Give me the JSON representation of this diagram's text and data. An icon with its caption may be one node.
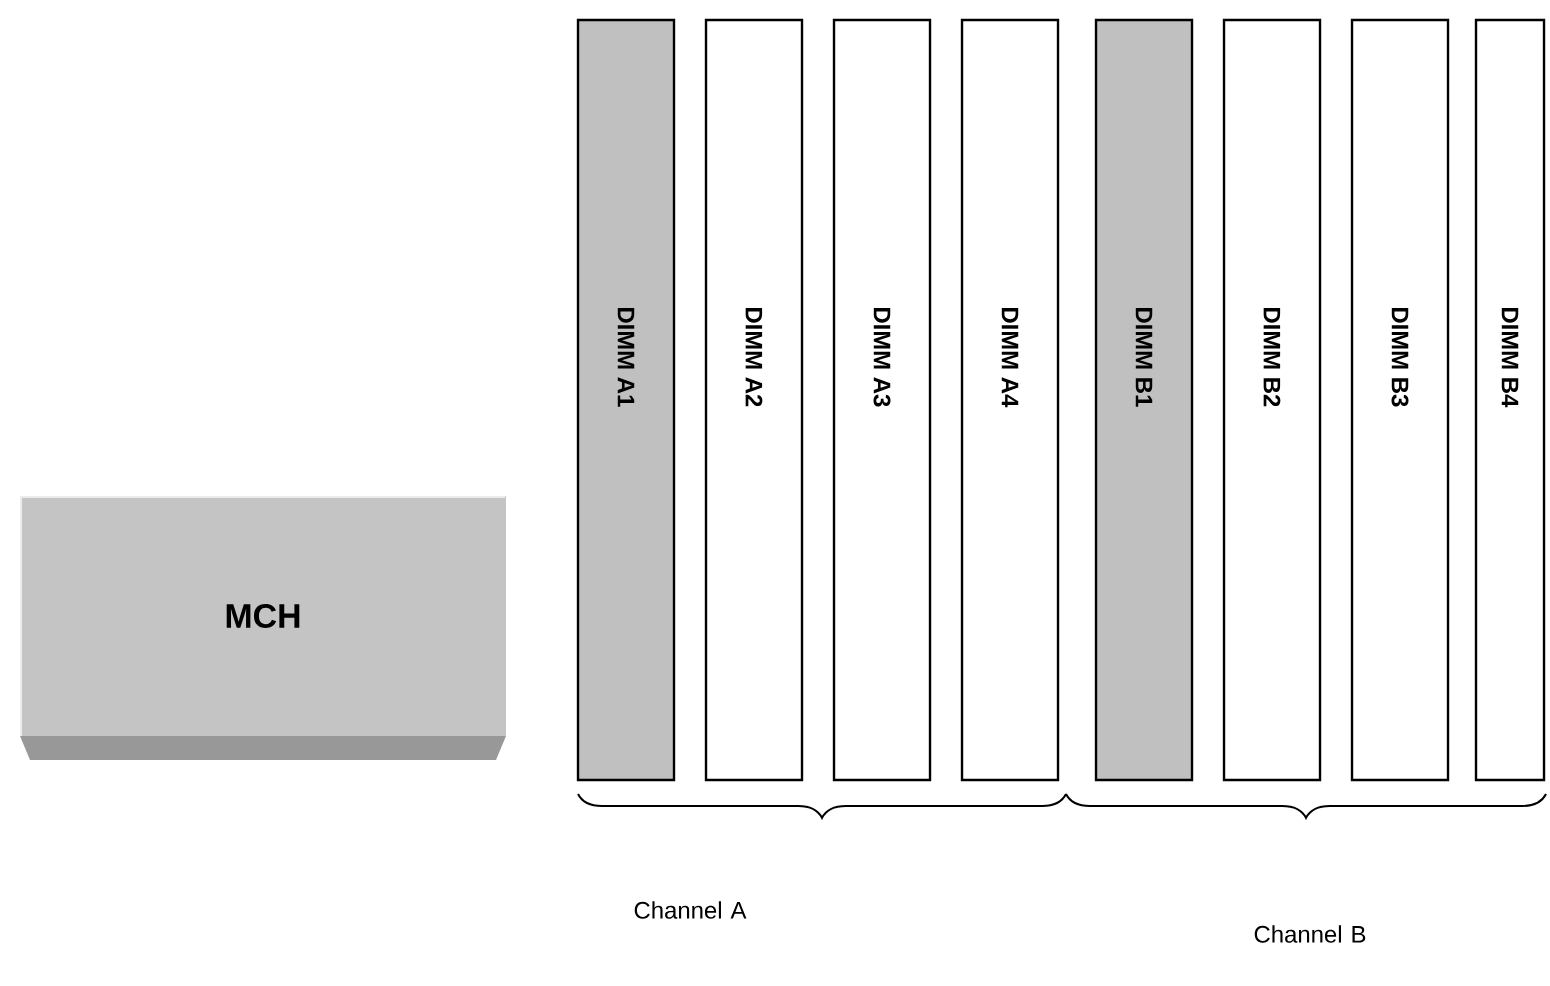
{
  "diagram": {
    "nodes": [
      {
        "text": [
          "MCH"
        ]
      },
      {
        "text": [
          "DIMM A1"
        ]
      },
      {
        "text": [
          "DIMM A2"
        ]
      },
      {
        "text": [
          "DIMM A3"
        ]
      },
      {
        "text": [
          "DIMM A4"
        ]
      },
      {
        "text": [
          "DIMM B1"
        ]
      },
      {
        "text": [
          "DIMM B2"
        ]
      },
      {
        "text": [
          "DIMM B3"
        ]
      },
      {
        "text": [
          "DIMM B4"
        ]
      }
    ],
    "labels": [
      "Channel A",
      "Channel B"
    ]
  }
}
